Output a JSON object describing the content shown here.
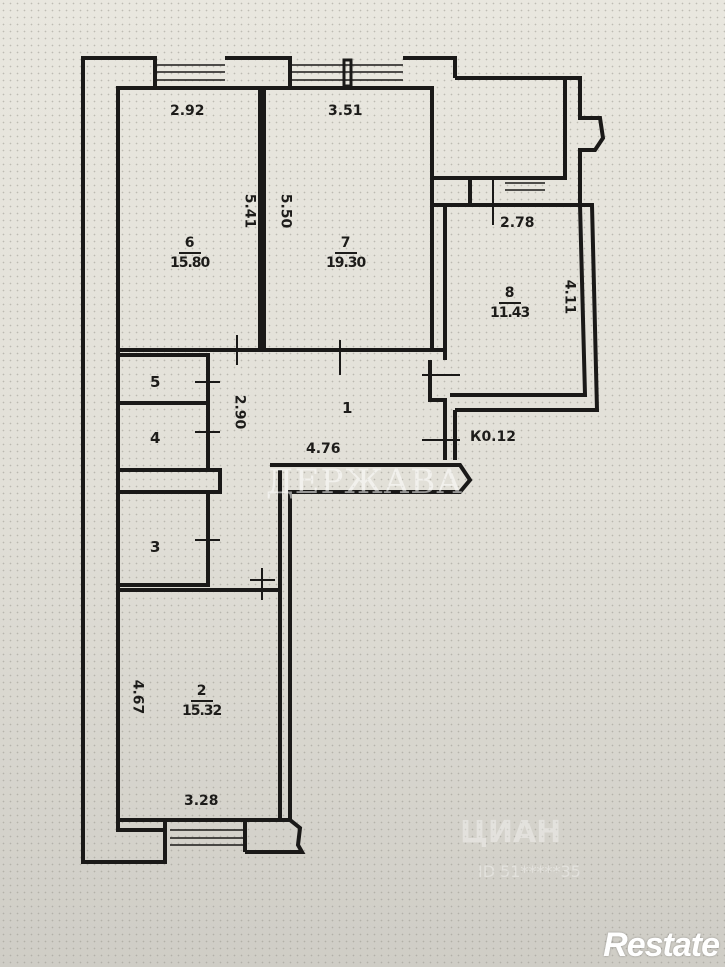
{
  "plan": {
    "rooms": [
      {
        "id": "1",
        "number": "1",
        "area": ""
      },
      {
        "id": "2",
        "number": "2",
        "area": "15.32"
      },
      {
        "id": "3",
        "number": "3",
        "area": ""
      },
      {
        "id": "4",
        "number": "4",
        "area": ""
      },
      {
        "id": "5",
        "number": "5",
        "area": ""
      },
      {
        "id": "6",
        "number": "6",
        "area": "15.80"
      },
      {
        "id": "7",
        "number": "7",
        "area": "19.30"
      },
      {
        "id": "8",
        "number": "8",
        "area": "11.43"
      }
    ],
    "dimensions": {
      "room6_width": "2.92",
      "room6_length": "5.41",
      "room7_width": "3.51",
      "room7_length": "5.50",
      "room8_width": "2.78",
      "room8_length": "4.11",
      "hall_width": "2.90",
      "hall_length": "4.76",
      "room2_length": "4.67",
      "room2_width": "3.28"
    },
    "niche_label": "К0.12"
  },
  "watermarks": {
    "agency": "ДЕРЖАВА",
    "portal": "ЦИАН",
    "portal_id": "ID 51*****35"
  },
  "logo": {
    "text": "Restate"
  }
}
